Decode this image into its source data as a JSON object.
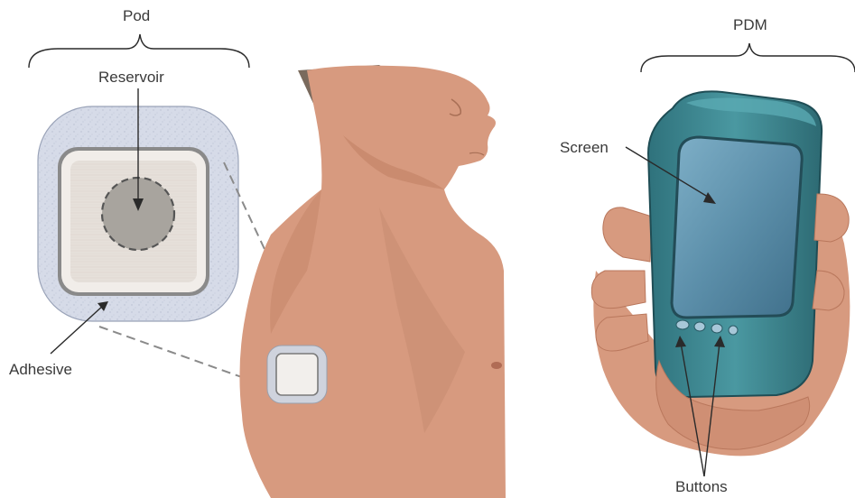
{
  "labels": {
    "pod": "Pod",
    "reservoir": "Reservoir",
    "adhesive": "Adhesive",
    "pdm": "PDM",
    "screen": "Screen",
    "buttons": "Buttons"
  },
  "colors": {
    "adhesive_fill": "#d6dbe8",
    "pod_body": "#e9e4df",
    "pod_frame": "#6b6b6b",
    "reservoir": "#a8a49e",
    "skin": "#d79a7f",
    "skin_shadow": "#b9775c",
    "hair": "#7a6a5d",
    "device_body": "#3f8b95",
    "device_dark": "#2e6c75",
    "screen": "#5d8ea9",
    "line": "#2a2a2a"
  }
}
